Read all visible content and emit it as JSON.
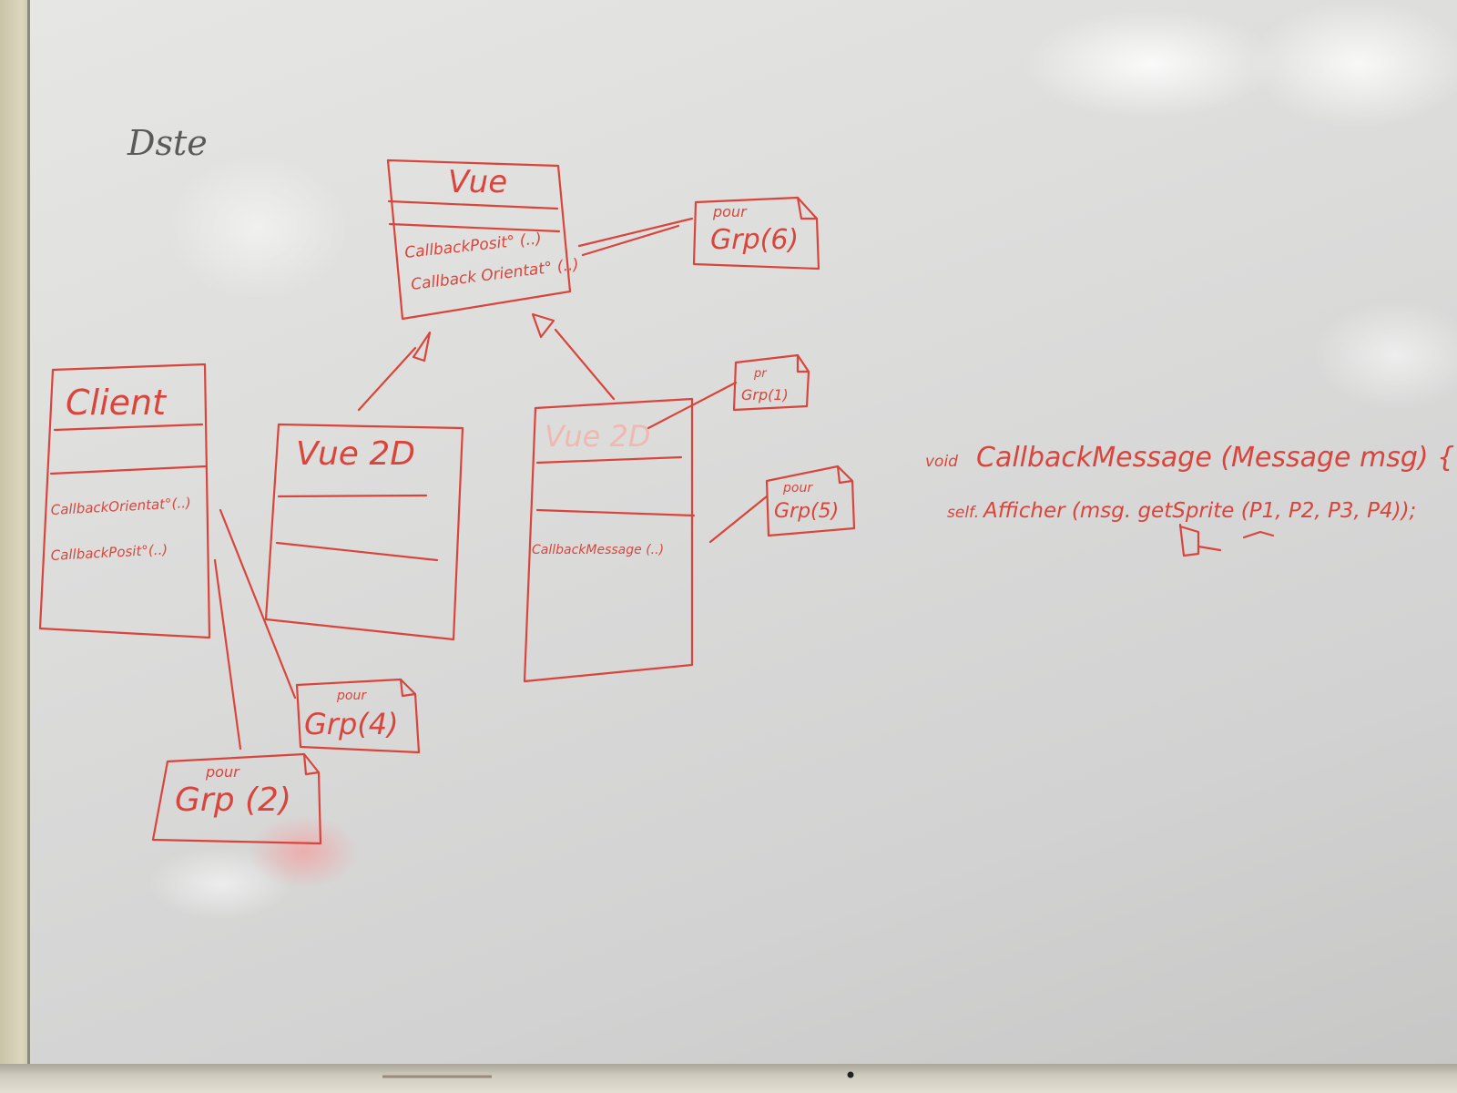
{
  "board": {
    "corner_scribble": "Dste",
    "classes": {
      "vue": {
        "name": "Vue",
        "methods": [
          "CallbackPosit° (..)",
          "Callback Orientat° (..)"
        ]
      },
      "client": {
        "name": "Client",
        "methods": [
          "CallbackOrientat°(..)",
          "CallbackPosit°(..)"
        ]
      },
      "vue2d_left": {
        "name": "Vue 2D"
      },
      "vue2d_right": {
        "name": "Vue 2D",
        "methods": [
          "CallbackMessage (..)"
        ]
      }
    },
    "notes": {
      "grp6": {
        "top": "pour",
        "label": "Grp(6)"
      },
      "grp1": {
        "top": "pr",
        "label": "Grp(1)"
      },
      "grp5": {
        "top": "pour",
        "label": "Grp(5)"
      },
      "grp4": {
        "top": "pour",
        "label": "Grp(4)"
      },
      "grp2": {
        "top": "pour",
        "label": "Grp (2)"
      }
    },
    "code": {
      "line1_void": "void",
      "line1_rest": "CallbackMessage (Message msg) {",
      "line2_self": "self.",
      "line2_rest": "Afficher (msg. getSprite (P1, P2, P3, P4));"
    }
  }
}
